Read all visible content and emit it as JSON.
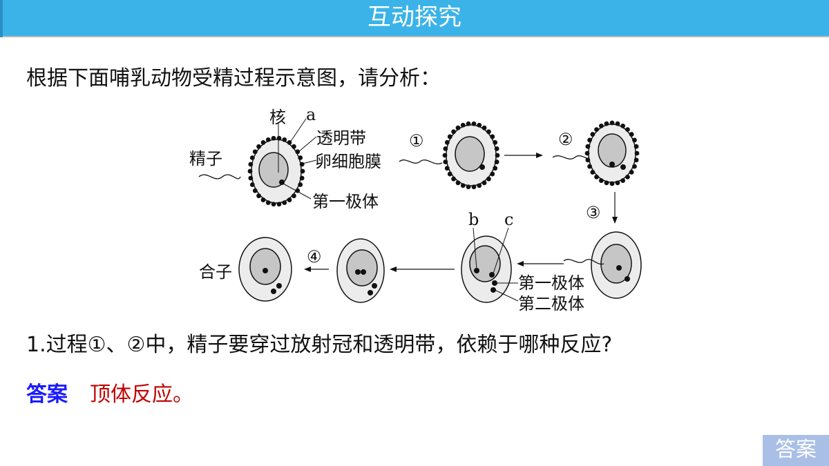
{
  "header": {
    "title": "互动探究"
  },
  "question_intro": "根据下面哺乳动物受精过程示意图，请分析：",
  "diagram": {
    "labels": {
      "nucleus": "核",
      "a": "a",
      "zona_pellucida": "透明带",
      "sperm": "精子",
      "oocyte_membrane": "卵细胞膜",
      "first_polar_body": "第一极体",
      "step1": "①",
      "step2": "②",
      "step3": "③",
      "step4": "④",
      "b": "b",
      "c": "c",
      "first_polar_body_2": "第一极体",
      "second_polar_body": "第二极体",
      "zygote": "合子"
    }
  },
  "question1": "1.过程①、②中，精子要穿过放射冠和透明带，依赖于哪种反应?",
  "answer": {
    "label": "答案",
    "text": "顶体反应。"
  },
  "answer_button": "答案",
  "colors": {
    "header": "#3bb3e8",
    "answer_label": "#1a1aff",
    "answer_text": "#c00000",
    "answer_button": "#a9bfe6"
  }
}
